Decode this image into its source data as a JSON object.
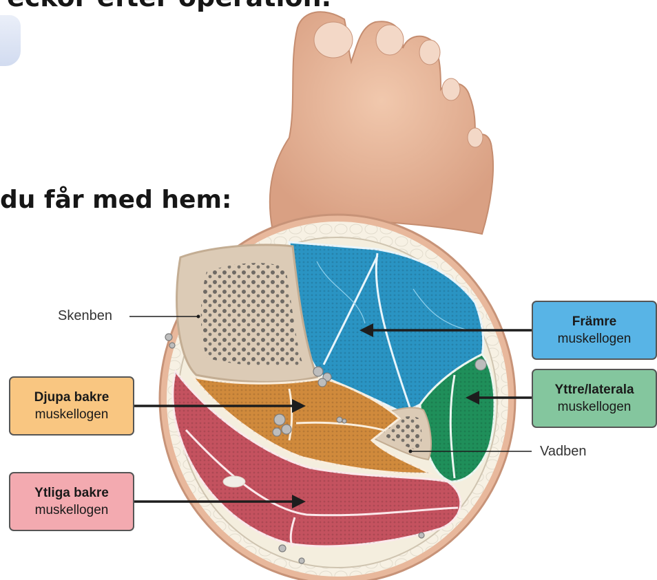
{
  "headings": {
    "top": "eckor efter operation.",
    "middle": "du får med hem:"
  },
  "diagram": {
    "labels": {
      "skenben": "Skenben",
      "vadben": "Vadben",
      "framre_bold": "Främre",
      "framre_rest": "muskellogen",
      "yttre_bold": "Yttre/laterala",
      "yttre_rest": "muskellogen",
      "djupa_bold": "Djupa bakre",
      "djupa_rest": "muskellogen",
      "ytliga_bold": "Ytliga bakre",
      "ytliga_rest": "muskellogen"
    },
    "colors": {
      "anterior": "#2a94c3",
      "lateral": "#1f8f5a",
      "deep_posterior": "#d08a3c",
      "superficial_posterior": "#c4525f",
      "bone": "#dccbb6",
      "skin": "#e8b89c"
    }
  }
}
